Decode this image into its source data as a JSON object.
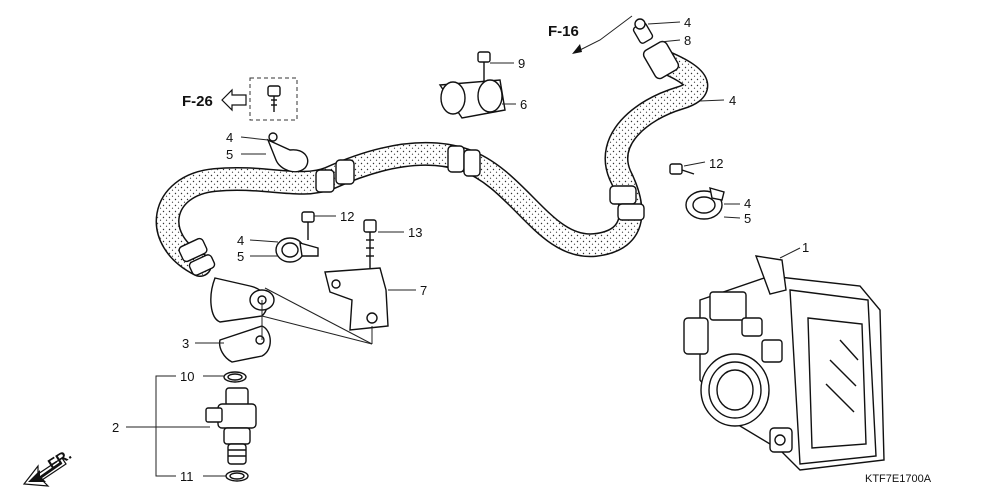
{
  "diagram": {
    "drawing_code": "KTF7E1700A",
    "direction_label": "FR.",
    "refs": [
      {
        "key": "f16",
        "text": "F-16"
      },
      {
        "key": "f26",
        "text": "F-26"
      }
    ],
    "callouts": [
      {
        "key": "c4a",
        "text": "4"
      },
      {
        "key": "c8",
        "text": "8"
      },
      {
        "key": "c9",
        "text": "9"
      },
      {
        "key": "c6",
        "text": "6"
      },
      {
        "key": "c4b",
        "text": "4"
      },
      {
        "key": "c4c",
        "text": "4"
      },
      {
        "key": "c5c",
        "text": "5"
      },
      {
        "key": "c12a",
        "text": "12"
      },
      {
        "key": "c4d",
        "text": "4"
      },
      {
        "key": "c5d",
        "text": "5"
      },
      {
        "key": "c12b",
        "text": "12"
      },
      {
        "key": "c13",
        "text": "13"
      },
      {
        "key": "c4e",
        "text": "4"
      },
      {
        "key": "c5e",
        "text": "5"
      },
      {
        "key": "c7",
        "text": "7"
      },
      {
        "key": "c1",
        "text": "1"
      },
      {
        "key": "c3",
        "text": "3"
      },
      {
        "key": "c10",
        "text": "10"
      },
      {
        "key": "c2",
        "text": "2"
      },
      {
        "key": "c11",
        "text": "11"
      }
    ]
  }
}
